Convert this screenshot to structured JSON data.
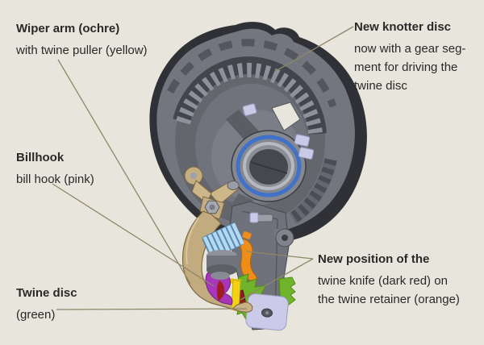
{
  "background_color": "#e8e5dc",
  "leader_color": "#8e8768",
  "text_color": "#2a2927",
  "labels": {
    "wiper": {
      "title": "Wiper arm (ochre)",
      "body": "with twine puller (yellow)"
    },
    "knotter": {
      "title": "New knotter disc",
      "body_lines": [
        "now with a gear seg-",
        "ment for driving the",
        "twine disc"
      ]
    },
    "billhook": {
      "title": "Billhook",
      "body": "bill hook (pink)"
    },
    "twine_disc": {
      "title": "Twine disc",
      "body": "(green)"
    },
    "position": {
      "title": "New position of the",
      "body_lines": [
        "twine knife (dark red) on",
        "the twine retainer (orange)"
      ]
    }
  },
  "part_colors": {
    "disc_face": "#73767e",
    "disc_edge": "#2f3136",
    "bearing_ring": "#3f72c8",
    "wiper_arm_ochre": "#c2ab7e",
    "twine_puller_yellow": "#f3d215",
    "billhook_pink": "#a836ba",
    "twine_disc_green": "#6fb42b",
    "twine_knife_dark_red": "#8c1d1d",
    "twine_retainer_orange": "#ef8d1b",
    "drive_gear_blue": "#b3daf5",
    "bracket_lavender": "#cbcbe9"
  }
}
